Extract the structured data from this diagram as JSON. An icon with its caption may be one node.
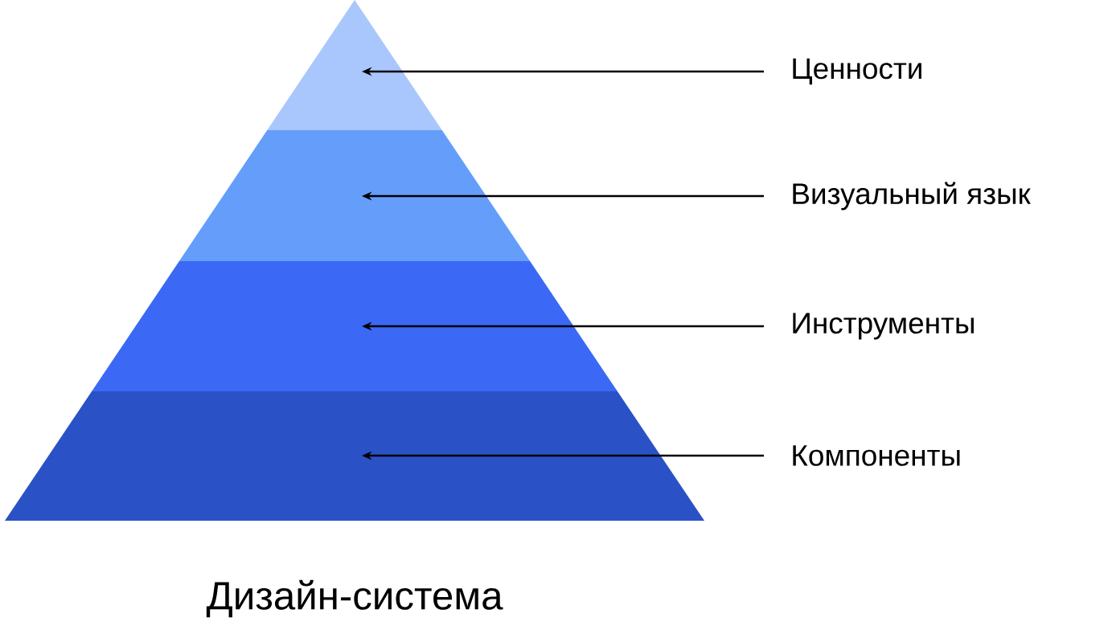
{
  "diagram": {
    "caption": "Дизайн-система",
    "nodes": [
      {
        "text": [],
        "shape": "triangle"
      },
      {
        "text": [],
        "shape": "band"
      },
      {
        "text": [],
        "shape": "band"
      },
      {
        "text": [],
        "shape": "band"
      },
      {
        "text": [
          "Ценности"
        ]
      },
      {
        "text": [
          "Визуальный язык"
        ]
      },
      {
        "text": [
          "Инструменты"
        ]
      },
      {
        "text": [
          "Компоненты"
        ]
      }
    ],
    "edges": [
      {
        "from": 4,
        "to": 0,
        "arrow": "to"
      },
      {
        "from": 5,
        "to": 1,
        "arrow": "to"
      },
      {
        "from": 6,
        "to": 2,
        "arrow": "to"
      },
      {
        "from": 7,
        "to": 3,
        "arrow": "to"
      }
    ]
  }
}
